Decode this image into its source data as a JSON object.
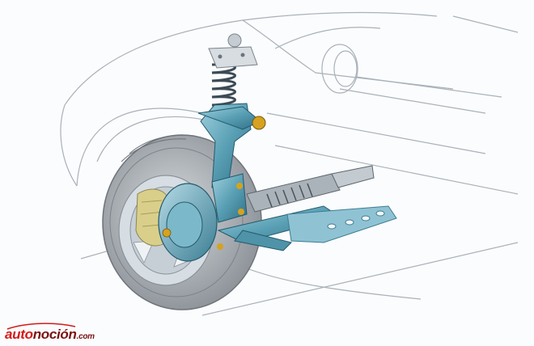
{
  "image": {
    "subject": "front-suspension-cutaway",
    "palette": {
      "background": "#fbfcfd",
      "line": "#9aa3ad",
      "tire": "#8f959b",
      "rim": "#b9c2ca",
      "steel": "#5aa0b5",
      "steel_dark": "#2f6f86",
      "caliper": "#d9cf8a",
      "bolt": "#d6a21f"
    }
  },
  "watermark": {
    "part1": "auto",
    "part2": "noción",
    "part3": ".com",
    "color_primary": "#d21b1b",
    "color_secondary": "#7b1414"
  }
}
